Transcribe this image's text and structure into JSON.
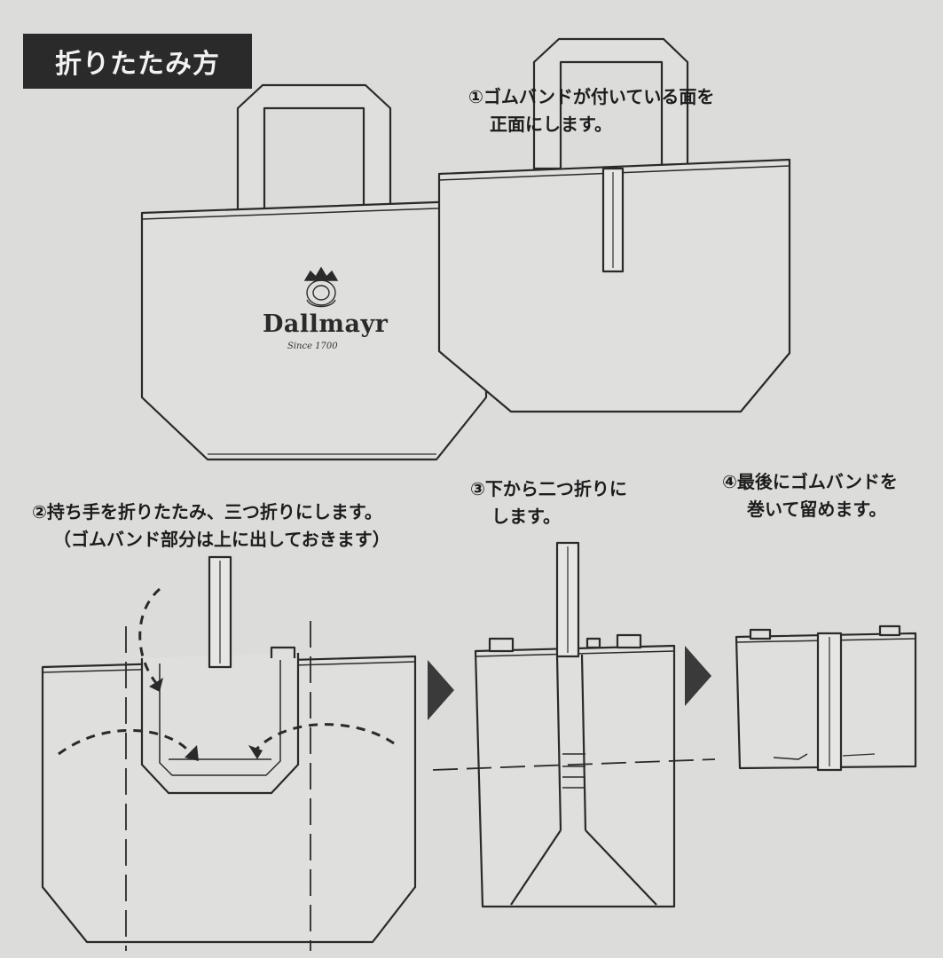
{
  "title": "折りたたみ方",
  "steps": {
    "step1": {
      "line1": "①ゴムバンドが付いている面を",
      "line2": "正面にします。"
    },
    "step2": {
      "line1": "②持ち手を折りたたみ、三つ折りにします。",
      "line2": "（ゴムバンド部分は上に出しておきます）"
    },
    "step3": {
      "line1": "③下から二つ折りに",
      "line2": "します。"
    },
    "step4": {
      "line1": "④最後にゴムバンドを",
      "line2": "巻いて留めます。"
    }
  },
  "logo": {
    "brand": "Dallmayr",
    "tagline": "Since 1700"
  },
  "colors": {
    "background": "#dcdcda",
    "line": "#2a2a2a",
    "bag_fill": "#dfdfdd",
    "arrow": "#3a3a3a"
  },
  "icons": [
    "crown-crest-icon",
    "right-arrow-icon",
    "curved-fold-arrow-icon"
  ]
}
